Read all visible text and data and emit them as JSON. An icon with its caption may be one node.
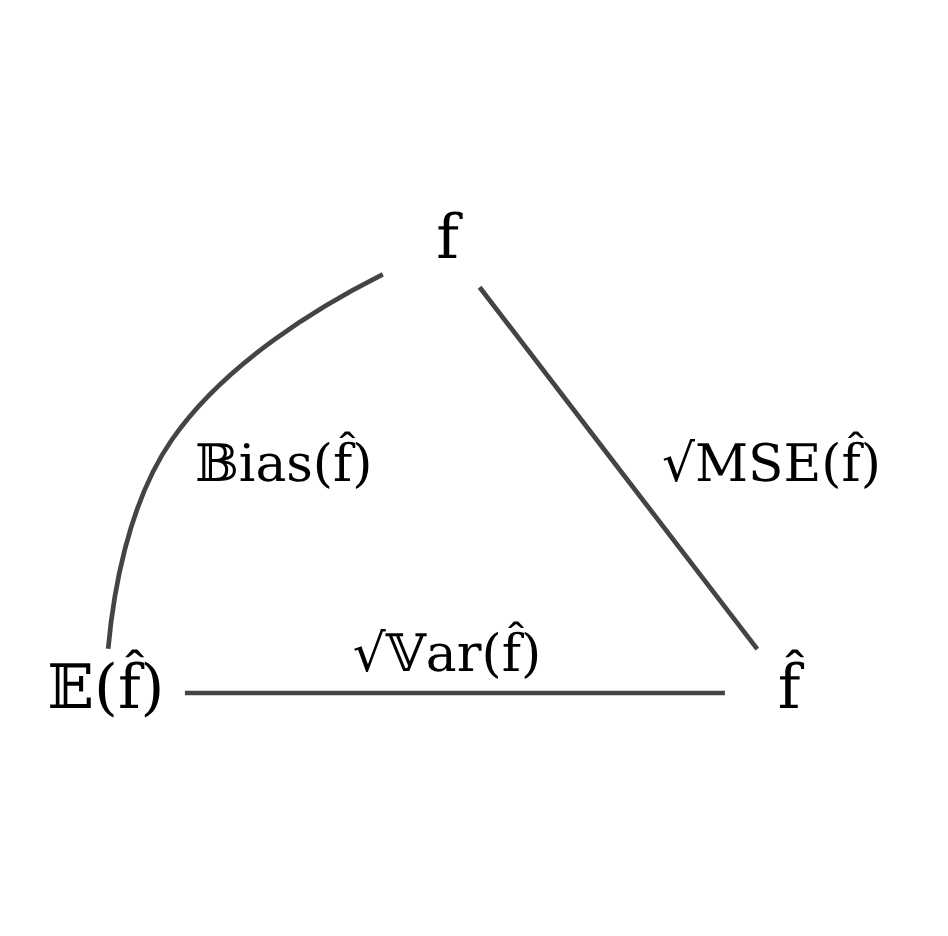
{
  "diagram": {
    "nodes": [
      {
        "text": [
          "f"
        ]
      },
      {
        "text": [
          "𝔼(f̂)"
        ]
      },
      {
        "text": [
          "f̂"
        ]
      }
    ],
    "edges": [
      {
        "from": 0,
        "to": 1,
        "arrow": "none",
        "label": "𝔹ias(f̂)"
      },
      {
        "from": 1,
        "to": 2,
        "arrow": "none",
        "label": "√𝕍ar(f̂)"
      },
      {
        "from": 0,
        "to": 2,
        "arrow": "none",
        "label": "√MSE(f̂)"
      }
    ]
  }
}
